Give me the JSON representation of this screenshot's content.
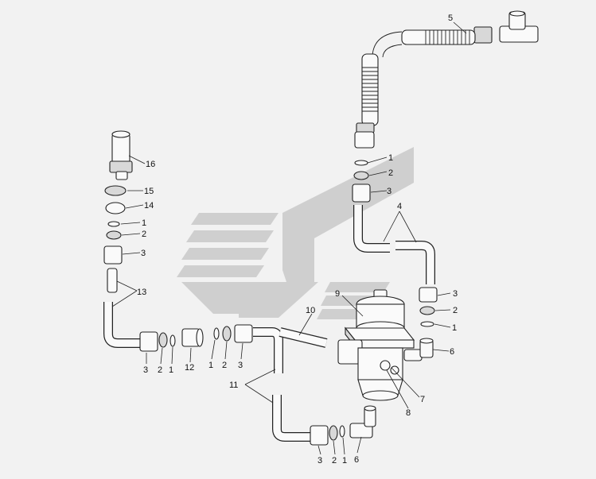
{
  "diagram": {
    "callouts": {
      "c5": "5",
      "c1_top": "1",
      "c2_top": "2",
      "c3_top": "3",
      "c4": "4",
      "c16": "16",
      "c15": "15",
      "c14": "14",
      "c1_left": "1",
      "c2_left": "2",
      "c3_left": "3",
      "c13": "13",
      "c3_right": "3",
      "c2_right": "2",
      "c1_right": "1",
      "c9": "9",
      "c10": "10",
      "c6_right": "6",
      "c7": "7",
      "c8": "8",
      "c11": "11",
      "b3_a": "3",
      "b2_a": "2",
      "b1_a": "1",
      "b12": "12",
      "b1_b": "1",
      "b2_b": "2",
      "b3_b": "3",
      "b3_c": "3",
      "b2_c": "2",
      "b1_c": "1",
      "b6": "6"
    },
    "colors": {
      "watermark": "#cfcfcf",
      "line": "#222222",
      "background": "#f2f2f2"
    }
  }
}
